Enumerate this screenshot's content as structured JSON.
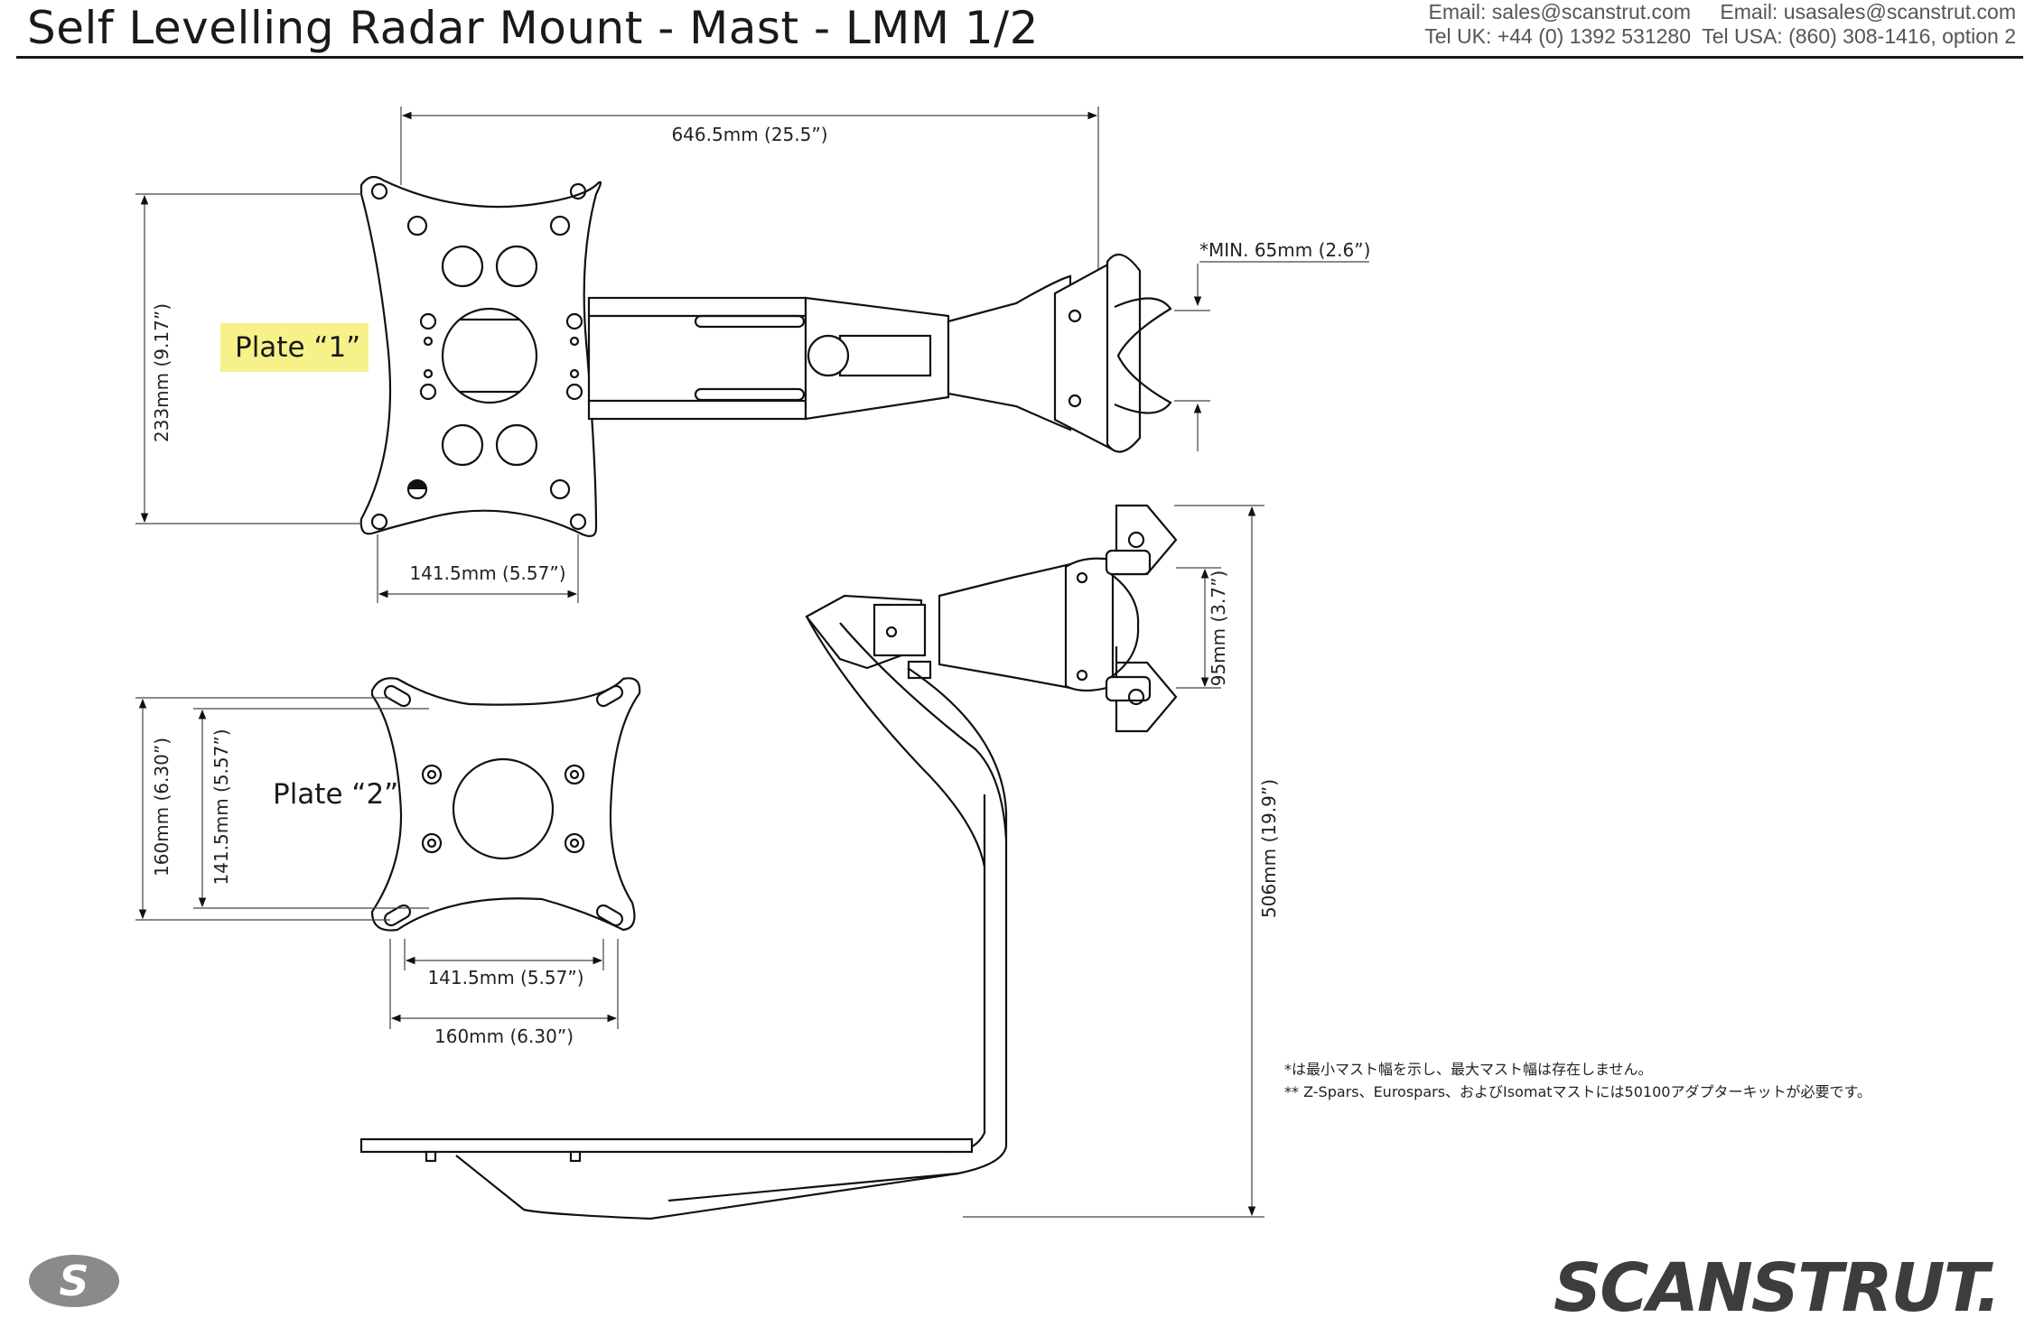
{
  "header": {
    "title": "Self Levelling Radar Mount - Mast - LMM 1/2",
    "uk_email": "Email: sales@scanstrut.com",
    "uk_tel": "Tel UK:  +44 (0) 1392 531280",
    "us_email": "Email: usasales@scanstrut.com",
    "us_tel": "Tel USA: (860) 308-1416, option 2"
  },
  "labels": {
    "plate1": "Plate “1”",
    "plate2": "Plate “2”"
  },
  "dimensions": {
    "overall_width": "646.5mm (25.5”)",
    "min_mast": "*MIN. 65mm (2.6”)",
    "plate1_height": "233mm (9.17”)",
    "plate1_hole_spacing": "141.5mm (5.57”)",
    "plate2_height": "160mm (6.30”)",
    "plate2_hole_spacing_v": "141.5mm (5.57”)",
    "plate2_hole_spacing_h": "141.5mm (5.57”)",
    "plate2_width": "160mm (6.30”)",
    "clamp_spacing": "95mm (3.7”)",
    "overall_height": "506mm (19.9”)"
  },
  "footnotes": {
    "line1": "*は最小マスト幅を示し、最大マスト幅は存在しません。",
    "line2": "** Z-Spars、Eurospars、およびIsomatマストには50100アダプターキットが必要です。"
  },
  "brand": {
    "wordmark": "SCANSTRUT.",
    "logo_letter": "S",
    "logo_color": "#8a8a8a"
  }
}
